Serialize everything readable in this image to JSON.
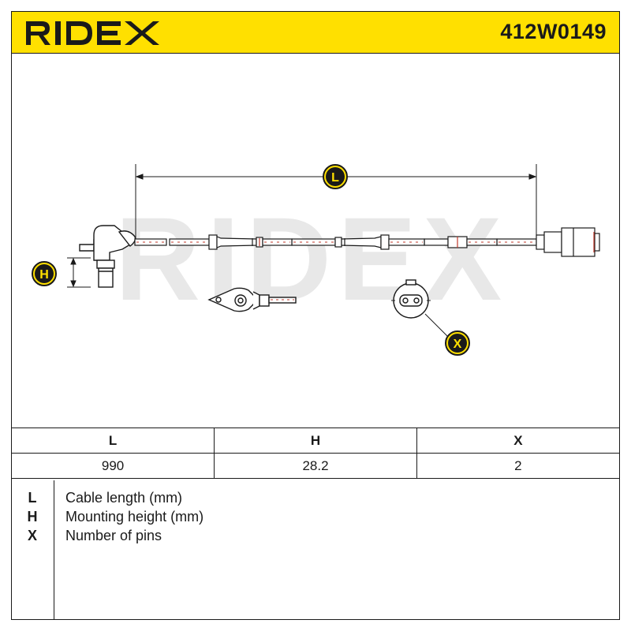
{
  "header": {
    "brand": "RIDEX",
    "part_number": "412W0149"
  },
  "diagram": {
    "watermark": "RIDEX",
    "markers": {
      "L": "L",
      "H": "H",
      "X": "X"
    }
  },
  "spec_table": {
    "columns": [
      "L",
      "H",
      "X"
    ],
    "values": [
      "990",
      "28.2",
      "2"
    ]
  },
  "legend": {
    "items": [
      {
        "code": "L",
        "description": "Cable length (mm)"
      },
      {
        "code": "H",
        "description": "Mounting height (mm)"
      },
      {
        "code": "X",
        "description": "Number of pins"
      }
    ]
  },
  "colors": {
    "header_bg": "#ffe000",
    "marker_fill": "#ffe000",
    "marker_dark": "#1a1a1a",
    "watermark": "#e6e6e6",
    "cable_red": "#c0392b"
  }
}
